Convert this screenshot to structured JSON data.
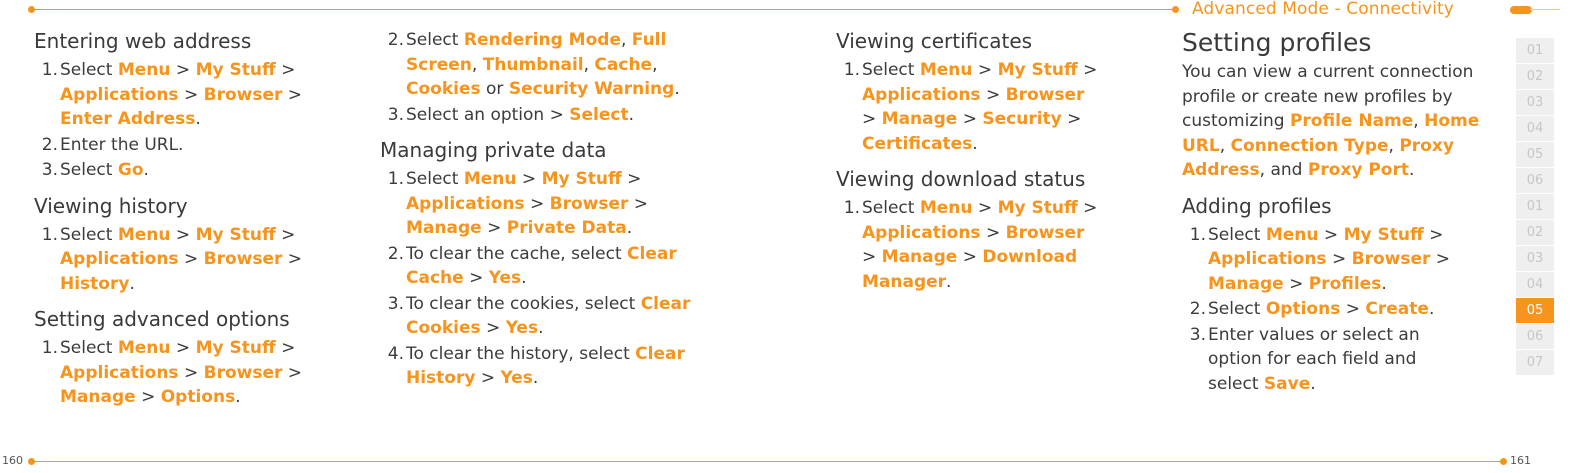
{
  "header": {
    "title": "Advanced Mode - Connectivity"
  },
  "page_numbers": {
    "left": "160",
    "right": "161"
  },
  "col1": {
    "entering": {
      "heading": "Entering web address",
      "s1": {
        "n": "1.",
        "t1": "Select ",
        "k1": "Menu",
        "t2": " > ",
        "k2": "My Stuff",
        "t3": " > ",
        "k3": "Applications",
        "t4": " > ",
        "k4": "Browser",
        "t5": " > ",
        "k5": "Enter Address",
        "t6": "."
      },
      "s2": {
        "n": "2.",
        "t1": "Enter the URL."
      },
      "s3": {
        "n": "3.",
        "t1": "Select ",
        "k1": "Go",
        "t2": "."
      }
    },
    "history": {
      "heading": "Viewing history",
      "s1": {
        "n": "1.",
        "t1": "Select ",
        "k1": "Menu",
        "t2": " > ",
        "k2": "My Stuff",
        "t3": " > ",
        "k3": "Applications",
        "t4": " > ",
        "k4": "Browser",
        "t5": " > ",
        "k5": "History",
        "t6": "."
      }
    },
    "advanced": {
      "heading": "Setting advanced options",
      "s1": {
        "n": "1.",
        "t1": "Select ",
        "k1": "Menu",
        "t2": " > ",
        "k2": "My Stuff",
        "t3": " > ",
        "k3": "Applications",
        "t4": " > ",
        "k4": "Browser",
        "t5": " > ",
        "k5": "Manage",
        "t6": " > ",
        "k6": "Options",
        "t7": "."
      }
    }
  },
  "col2": {
    "cont": {
      "s2": {
        "n": "2.",
        "t1": "Select ",
        "k1": "Rendering Mode",
        "t2": ", ",
        "k2": "Full Screen",
        "t3": ", ",
        "k3": "Thumbnail",
        "t4": ", ",
        "k4": "Cache",
        "t5": ", ",
        "k5": "Cookies",
        "t6": " or ",
        "k6": "Security Warning",
        "t7": "."
      },
      "s3": {
        "n": "3.",
        "t1": "Select an option > ",
        "k1": "Select",
        "t2": "."
      }
    },
    "private": {
      "heading": "Managing private data",
      "s1": {
        "n": "1.",
        "t1": "Select ",
        "k1": "Menu",
        "t2": " > ",
        "k2": "My Stuff",
        "t3": " > ",
        "k3": "Applications",
        "t4": " > ",
        "k4": "Browser",
        "t5": " > ",
        "k5": "Manage",
        "t6": " > ",
        "k6": "Private Data",
        "t7": "."
      },
      "s2": {
        "n": "2.",
        "t1": "To clear the cache, select ",
        "k1": "Clear Cache",
        "t2": " > ",
        "k2": "Yes",
        "t3": "."
      },
      "s3": {
        "n": "3.",
        "t1": "To clear the cookies, select ",
        "k1": "Clear Cookies",
        "t2": " > ",
        "k2": "Yes",
        "t3": "."
      },
      "s4": {
        "n": "4.",
        "t1": "To clear the history, select ",
        "k1": "Clear History",
        "t2": " > ",
        "k2": "Yes",
        "t3": "."
      }
    }
  },
  "col3": {
    "certs": {
      "heading": "Viewing certificates",
      "s1": {
        "n": "1.",
        "t1": "Select ",
        "k1": "Menu",
        "t2": " > ",
        "k2": "My Stuff",
        "t3": " > ",
        "k3": "Applications",
        "t4": " > ",
        "k4": "Browser",
        "t5": " > ",
        "k5": "Manage",
        "t6": " > ",
        "k6": "Security",
        "t7": " > ",
        "k7": "Certificates",
        "t8": "."
      }
    },
    "download": {
      "heading": "Viewing download status",
      "s1": {
        "n": "1.",
        "t1": "Select ",
        "k1": "Menu",
        "t2": " > ",
        "k2": "My Stuff",
        "t3": " > ",
        "k3": "Applications",
        "t4": " > ",
        "k4": "Browser",
        "t5": " > ",
        "k5": "Manage",
        "t6": " > ",
        "k6": "Download Manager",
        "t7": "."
      }
    }
  },
  "col4": {
    "profiles": {
      "heading": "Setting profiles",
      "p": {
        "t1": "You can view a current connection profile or create new profiles by customizing ",
        "k1": "Profile Name",
        "t2": ", ",
        "k2": "Home URL",
        "t3": ", ",
        "k3": "Connection Type",
        "t4": ", ",
        "k4": "Proxy Address",
        "t5": ", and ",
        "k5": "Proxy Port",
        "t6": "."
      }
    },
    "adding": {
      "heading": "Adding profiles",
      "s1": {
        "n": "1.",
        "t1": "Select ",
        "k1": "Menu",
        "t2": " > ",
        "k2": "My Stuff",
        "t3": " > ",
        "k3": "Applications",
        "t4": " > ",
        "k4": "Browser",
        "t5": " > ",
        "k5": "Manage",
        "t6": " > ",
        "k6": "Profiles",
        "t7": "."
      },
      "s2": {
        "n": "2.",
        "t1": "Select ",
        "k1": "Options",
        "t2": " > ",
        "k2": "Create",
        "t3": "."
      },
      "s3": {
        "n": "3.",
        "t1": "Enter values or select an option for each field and select ",
        "k1": "Save",
        "t2": "."
      }
    }
  },
  "side_tabs": [
    "01",
    "02",
    "03",
    "04",
    "05",
    "06",
    "01",
    "02",
    "03",
    "04",
    "05",
    "06",
    "07"
  ],
  "side_tabs_active_index": 10,
  "accent_color": "#f7941d"
}
